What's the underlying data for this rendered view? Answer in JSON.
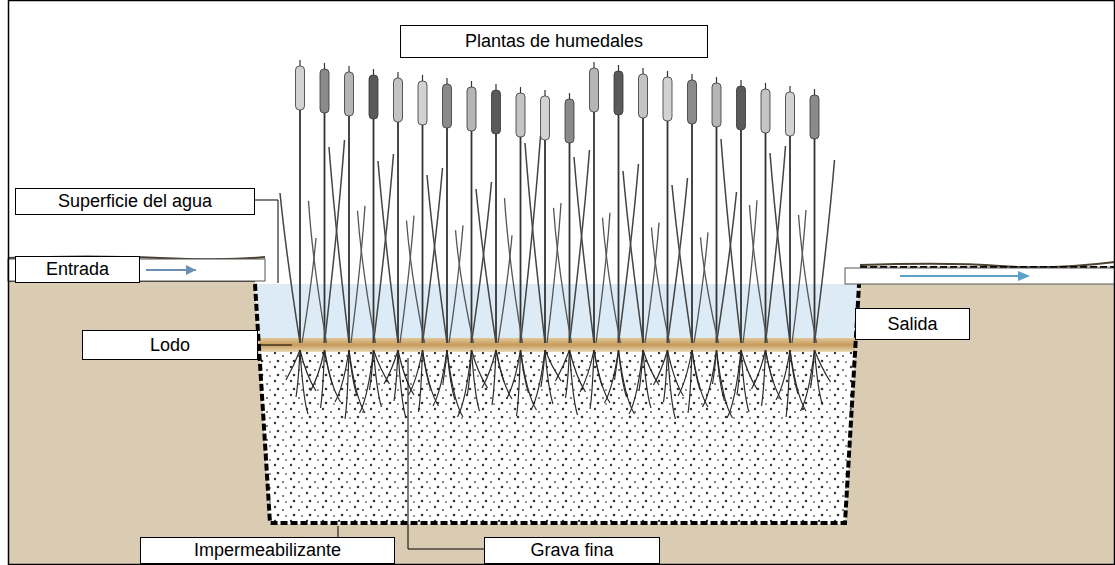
{
  "diagram": {
    "nodes": [
      {
        "text": [
          "Plantas de humedales"
        ]
      },
      {
        "text": [
          "Superficie del agua"
        ]
      },
      {
        "text": [
          "Entrada"
        ]
      },
      {
        "text": [
          "Lodo"
        ]
      },
      {
        "text": [
          "Salida"
        ]
      },
      {
        "text": [
          "Impermeabilizante"
        ]
      },
      {
        "text": [
          "Grava fina"
        ]
      }
    ]
  }
}
